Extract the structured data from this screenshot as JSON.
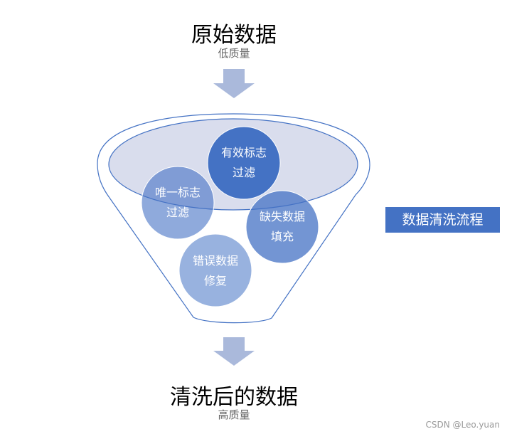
{
  "top": {
    "title": "原始数据",
    "subtitle": "低质量"
  },
  "bottom": {
    "title": "清洗后的数据",
    "subtitle": "高质量"
  },
  "side_label": "数据清洗流程",
  "steps": [
    {
      "line1": "有效标志",
      "line2": "过滤"
    },
    {
      "line1": "唯一标志",
      "line2": "过滤"
    },
    {
      "line1": "缺失数据",
      "line2": "填充"
    },
    {
      "line1": "错误数据",
      "line2": "修复"
    }
  ],
  "watermark": "CSDN @Leo.yuan",
  "colors": {
    "primary": "#4472c4",
    "light": "#8ea6d8",
    "arrow": "#aab9db",
    "funnel_fill": "#d9dded",
    "funnel_stroke": "#4472c4"
  }
}
